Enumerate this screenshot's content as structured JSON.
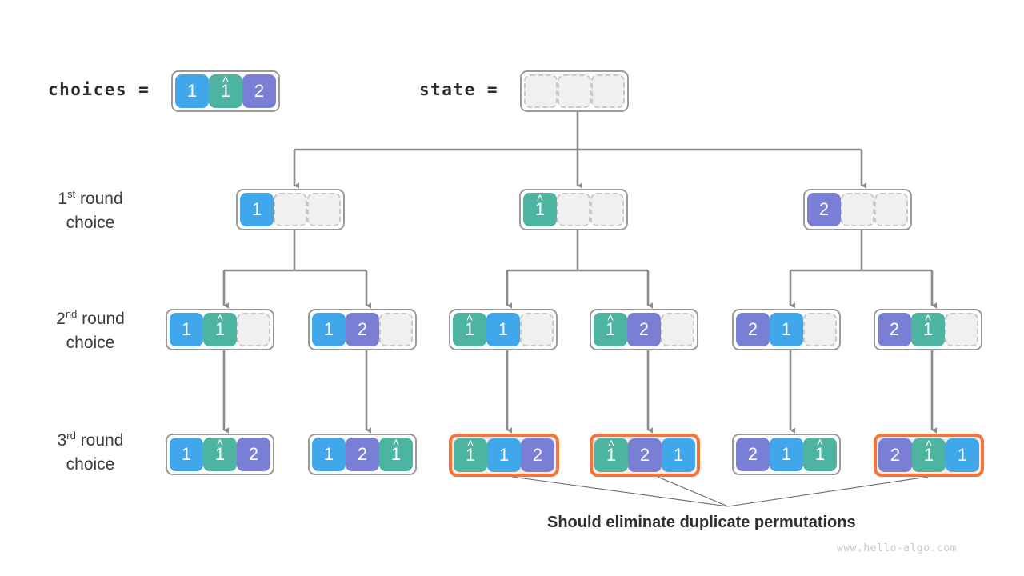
{
  "colors": {
    "blue": "#40a7eb",
    "green": "#4cb4a0",
    "purple": "#7a7fd6",
    "empty_fill": "#f0f0f0",
    "empty_border": "#c8c8c8",
    "frame_border": "#9a9a9a",
    "highlight_border": "#f4743b",
    "highlight_fill": "#fbeae3",
    "connector": "#8c8c8c",
    "text": "#2b2b2b",
    "watermark": "#c9c9c9"
  },
  "header": {
    "choices_label": "choices =",
    "state_label": "state ="
  },
  "row_labels": {
    "round1": {
      "ordinal": "1",
      "suffix": "st",
      "word": " round",
      "line2": "choice"
    },
    "round2": {
      "ordinal": "2",
      "suffix": "nd",
      "word": " round",
      "line2": "choice"
    },
    "round3": {
      "ordinal": "3",
      "suffix": "rd",
      "word": " round",
      "line2": "choice"
    }
  },
  "choices": {
    "cells": [
      {
        "text": "1",
        "color": "blue",
        "hat": false
      },
      {
        "text": "1",
        "color": "green",
        "hat": true
      },
      {
        "text": "2",
        "color": "purple",
        "hat": false
      }
    ]
  },
  "state": {
    "cells": [
      {
        "text": "",
        "color": "empty",
        "hat": false
      },
      {
        "text": "",
        "color": "empty",
        "hat": false
      },
      {
        "text": "",
        "color": "empty",
        "hat": false
      }
    ]
  },
  "round1": {
    "nodes": [
      {
        "highlight": false,
        "cells": [
          {
            "text": "1",
            "color": "blue",
            "hat": false
          },
          {
            "text": "",
            "color": "empty",
            "hat": false
          },
          {
            "text": "",
            "color": "empty",
            "hat": false
          }
        ]
      },
      {
        "highlight": false,
        "cells": [
          {
            "text": "1",
            "color": "green",
            "hat": true
          },
          {
            "text": "",
            "color": "empty",
            "hat": false
          },
          {
            "text": "",
            "color": "empty",
            "hat": false
          }
        ]
      },
      {
        "highlight": false,
        "cells": [
          {
            "text": "2",
            "color": "purple",
            "hat": false
          },
          {
            "text": "",
            "color": "empty",
            "hat": false
          },
          {
            "text": "",
            "color": "empty",
            "hat": false
          }
        ]
      }
    ]
  },
  "round2": {
    "nodes": [
      {
        "highlight": false,
        "cells": [
          {
            "text": "1",
            "color": "blue",
            "hat": false
          },
          {
            "text": "1",
            "color": "green",
            "hat": true
          },
          {
            "text": "",
            "color": "empty",
            "hat": false
          }
        ]
      },
      {
        "highlight": false,
        "cells": [
          {
            "text": "1",
            "color": "blue",
            "hat": false
          },
          {
            "text": "2",
            "color": "purple",
            "hat": false
          },
          {
            "text": "",
            "color": "empty",
            "hat": false
          }
        ]
      },
      {
        "highlight": false,
        "cells": [
          {
            "text": "1",
            "color": "green",
            "hat": true
          },
          {
            "text": "1",
            "color": "blue",
            "hat": false
          },
          {
            "text": "",
            "color": "empty",
            "hat": false
          }
        ]
      },
      {
        "highlight": false,
        "cells": [
          {
            "text": "1",
            "color": "green",
            "hat": true
          },
          {
            "text": "2",
            "color": "purple",
            "hat": false
          },
          {
            "text": "",
            "color": "empty",
            "hat": false
          }
        ]
      },
      {
        "highlight": false,
        "cells": [
          {
            "text": "2",
            "color": "purple",
            "hat": false
          },
          {
            "text": "1",
            "color": "blue",
            "hat": false
          },
          {
            "text": "",
            "color": "empty",
            "hat": false
          }
        ]
      },
      {
        "highlight": false,
        "cells": [
          {
            "text": "2",
            "color": "purple",
            "hat": false
          },
          {
            "text": "1",
            "color": "green",
            "hat": true
          },
          {
            "text": "",
            "color": "empty",
            "hat": false
          }
        ]
      }
    ]
  },
  "round3": {
    "nodes": [
      {
        "highlight": false,
        "cells": [
          {
            "text": "1",
            "color": "blue",
            "hat": false
          },
          {
            "text": "1",
            "color": "green",
            "hat": true
          },
          {
            "text": "2",
            "color": "purple",
            "hat": false
          }
        ]
      },
      {
        "highlight": false,
        "cells": [
          {
            "text": "1",
            "color": "blue",
            "hat": false
          },
          {
            "text": "2",
            "color": "purple",
            "hat": false
          },
          {
            "text": "1",
            "color": "green",
            "hat": true
          }
        ]
      },
      {
        "highlight": true,
        "cells": [
          {
            "text": "1",
            "color": "green",
            "hat": true
          },
          {
            "text": "1",
            "color": "blue",
            "hat": false
          },
          {
            "text": "2",
            "color": "purple",
            "hat": false
          }
        ]
      },
      {
        "highlight": true,
        "cells": [
          {
            "text": "1",
            "color": "green",
            "hat": true
          },
          {
            "text": "2",
            "color": "purple",
            "hat": false
          },
          {
            "text": "1",
            "color": "blue",
            "hat": false
          }
        ]
      },
      {
        "highlight": false,
        "cells": [
          {
            "text": "2",
            "color": "purple",
            "hat": false
          },
          {
            "text": "1",
            "color": "blue",
            "hat": false
          },
          {
            "text": "1",
            "color": "green",
            "hat": true
          }
        ]
      },
      {
        "highlight": true,
        "cells": [
          {
            "text": "2",
            "color": "purple",
            "hat": false
          },
          {
            "text": "1",
            "color": "green",
            "hat": true
          },
          {
            "text": "1",
            "color": "blue",
            "hat": false
          }
        ]
      }
    ]
  },
  "caption": {
    "text": "Should eliminate duplicate permutations"
  },
  "watermark": {
    "text": "www.hello-algo.com"
  }
}
